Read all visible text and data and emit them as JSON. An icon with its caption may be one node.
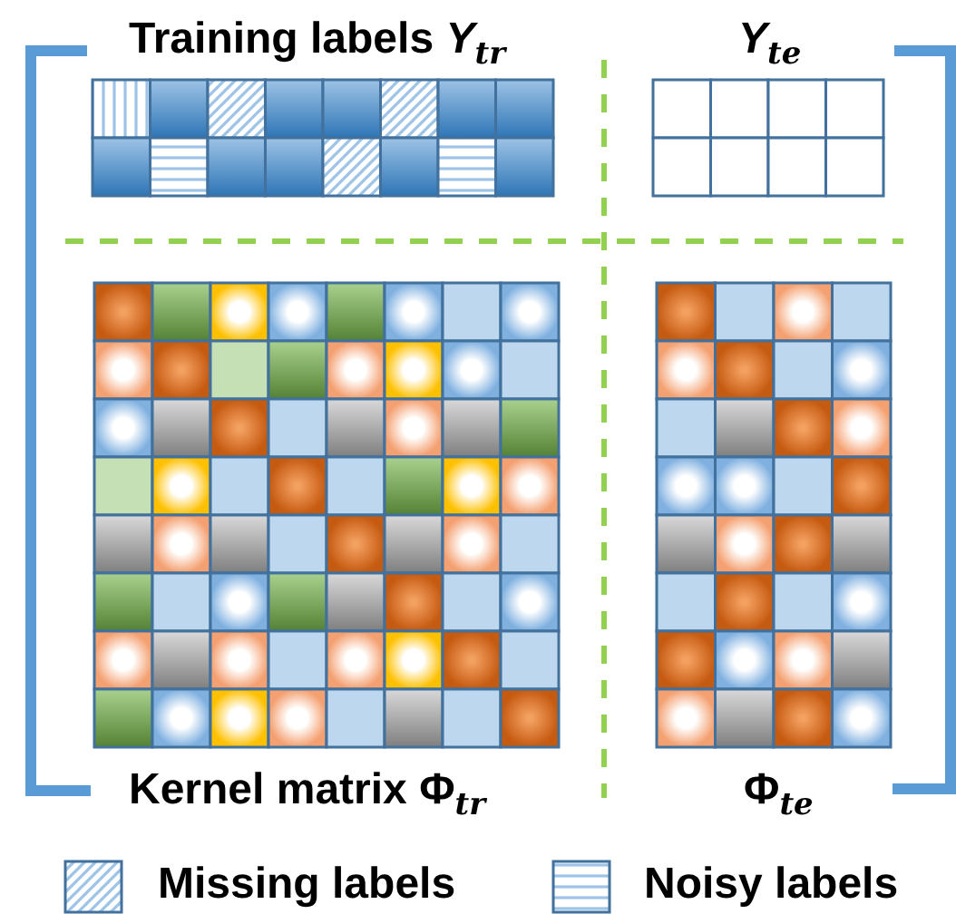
{
  "diagram": {
    "labels": [
      "Training labels *Y*$_{tr}$",
      "*Y*$_{te}$",
      "Kernel matrix Φ$_{tr}$",
      "Φ$_{te}$"
    ],
    "legend": [
      {
        "text": "Missing labels"
      },
      {
        "text": "Noisy labels"
      }
    ]
  }
}
